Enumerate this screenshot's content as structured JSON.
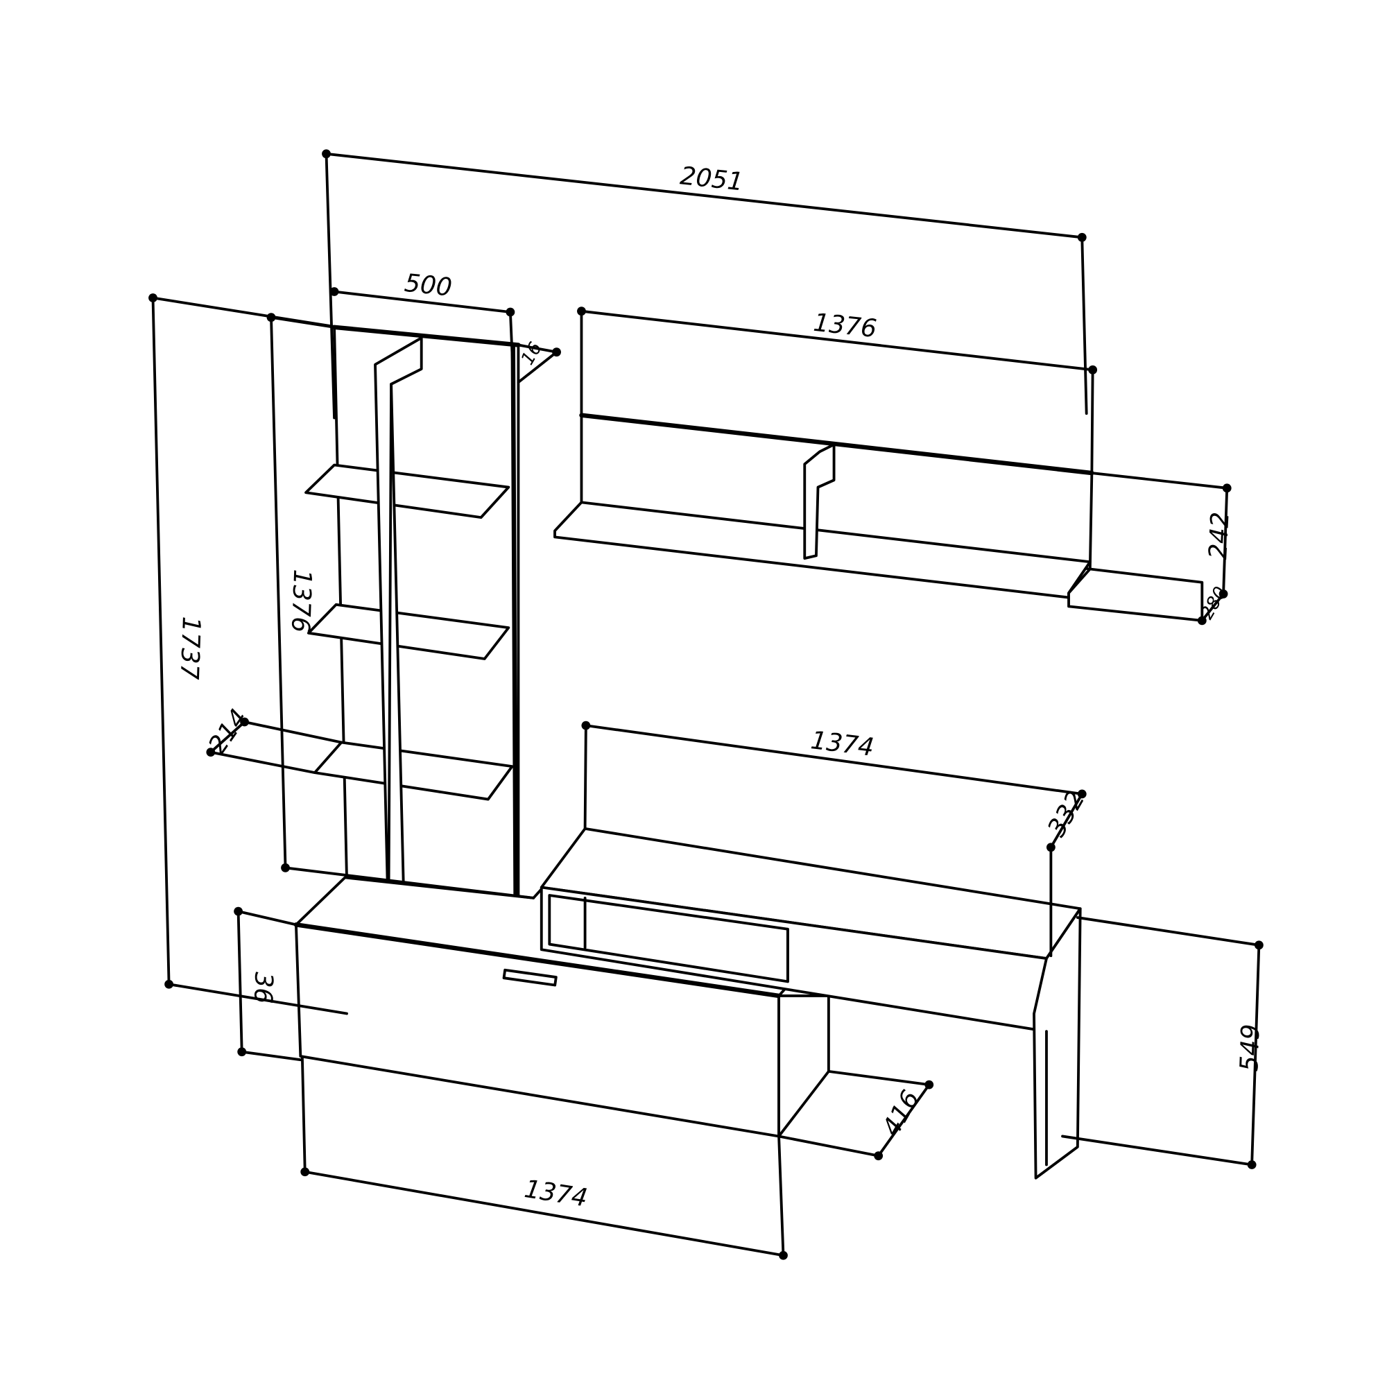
{
  "drawing": {
    "title": "Furniture set dimensional drawing",
    "line_color": "#000000",
    "background": "#ffffff",
    "dimensions": {
      "overall_width": "2051",
      "bookcase_width": "500",
      "bookcase_thickness": "16",
      "wall_shelf_width": "1376",
      "wall_shelf_height": "242",
      "wall_shelf_depth": "280",
      "overall_height": "1737",
      "bookcase_height": "1376",
      "shelf_depth": "214",
      "tv_unit_width": "1374",
      "tv_unit_depth": "332",
      "desk_height": "549",
      "desk_top_thickness": "36",
      "desk_depth": "416",
      "desk_width": "1374"
    }
  }
}
